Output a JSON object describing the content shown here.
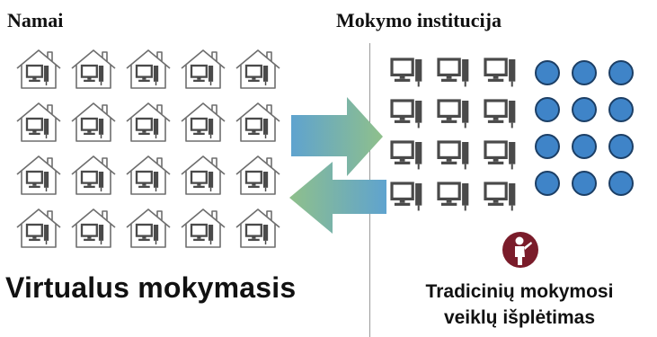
{
  "headings": {
    "home": "Namai",
    "institution": "Mokymo institucija"
  },
  "labels": {
    "virtual": "Virtualus mokymasis",
    "traditional_line1": "Tradicinių mokymosi",
    "traditional_line2": "veiklų išplėtimas"
  },
  "colors": {
    "house_stroke": "#6e6e6e",
    "computer": "#4a4a4a",
    "student_fill": "#3f84c8",
    "student_stroke": "#1c3f66",
    "teacher_fill": "#7a1c2a",
    "arrow_blue": "#5fa3cf",
    "arrow_green": "#8fc08b"
  },
  "icons": {
    "home": "house-with-computer-icon",
    "workstation": "computer-workstation-icon",
    "student": "student-circle-icon",
    "teacher": "teacher-icon",
    "arrow_to_institution": "arrow-right-icon",
    "arrow_to_home": "arrow-left-icon"
  },
  "grid": {
    "home_rows": 4,
    "home_cols": 5,
    "workstation_rows": 4,
    "workstation_cols": 3,
    "student_rows": 4,
    "student_cols": 3
  }
}
